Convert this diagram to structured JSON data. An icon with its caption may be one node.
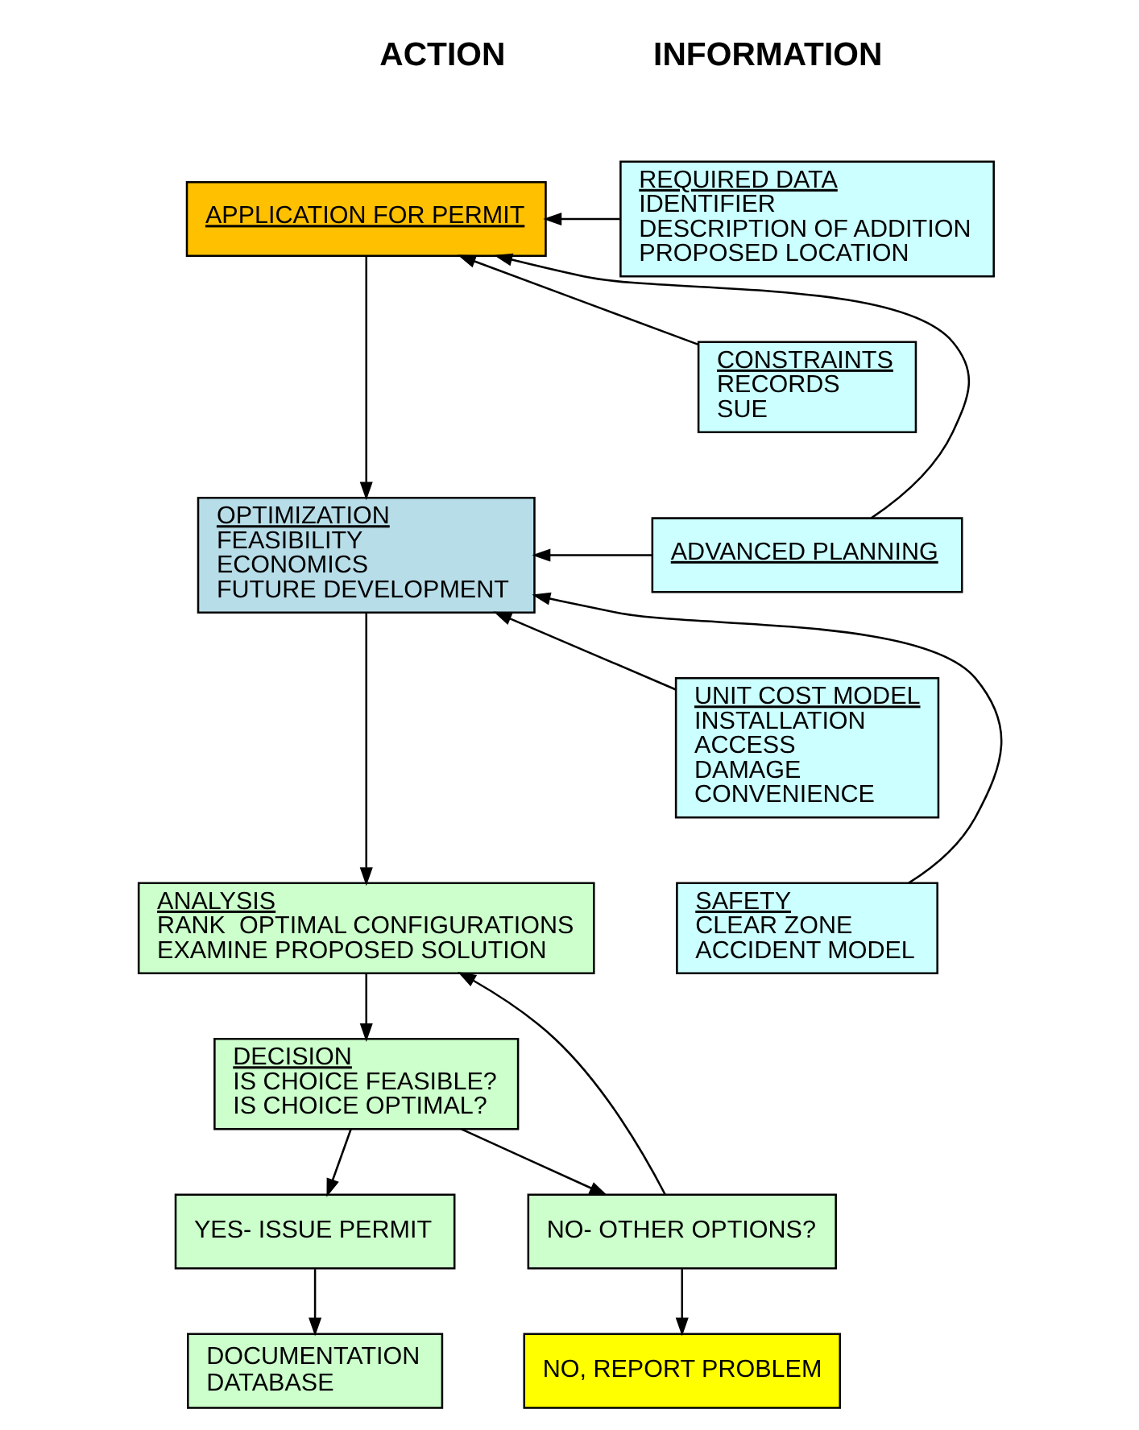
{
  "diagram": {
    "nodes": [
      {
        "text": [
          "APPLICATION FOR PERMIT"
        ]
      },
      {
        "text": [
          "OPTIMIZATION",
          "FEASIBILITY",
          "ECONOMICS",
          "FUTURE DEVELOPMENT"
        ]
      },
      {
        "text": [
          "ANALYSIS",
          "RANK  OPTIMAL CONFIGURATIONS",
          "EXAMINE PROPOSED SOLUTION"
        ]
      },
      {
        "text": [
          "DECISION",
          "IS CHOICE FEASIBLE?",
          "IS CHOICE OPTIMAL?"
        ]
      },
      {
        "text": [
          "YES- ISSUE PERMIT"
        ]
      },
      {
        "text": [
          "NO- OTHER OPTIONS?"
        ]
      },
      {
        "text": [
          "DOCUMENTATION",
          "DATABASE"
        ]
      },
      {
        "text": [
          "NO, REPORT PROBLEM"
        ]
      },
      {
        "text": [
          "REQUIRED DATA",
          "IDENTIFIER",
          "DESCRIPTION OF ADDITION",
          "PROPOSED LOCATION"
        ]
      },
      {
        "text": [
          "CONSTRAINTS",
          "RECORDS",
          "SUE"
        ]
      },
      {
        "text": [
          "ADVANCED PLANNING"
        ]
      },
      {
        "text": [
          "UNIT COST MODEL",
          "INSTALLATION",
          "ACCESS",
          "DAMAGE",
          "CONVENIENCE"
        ]
      },
      {
        "text": [
          "SAFETY",
          "CLEAR ZONE",
          "ACCIDENT MODEL"
        ]
      }
    ],
    "edges": [
      {
        "from": 0,
        "to": 1,
        "arrow": "to"
      },
      {
        "from": 1,
        "to": 2,
        "arrow": "to"
      },
      {
        "from": 2,
        "to": 3,
        "arrow": "to"
      },
      {
        "from": 3,
        "to": 4,
        "arrow": "to"
      },
      {
        "from": 3,
        "to": 5,
        "arrow": "to"
      },
      {
        "from": 4,
        "to": 6,
        "arrow": "to"
      },
      {
        "from": 5,
        "to": 7,
        "arrow": "to"
      },
      {
        "from": 5,
        "to": 2,
        "arrow": "to"
      },
      {
        "from": 8,
        "to": 0,
        "arrow": "to"
      },
      {
        "from": 9,
        "to": 0,
        "arrow": "to"
      },
      {
        "from": 10,
        "to": 0,
        "arrow": "to"
      },
      {
        "from": 10,
        "to": 1,
        "arrow": "to"
      },
      {
        "from": 11,
        "to": 1,
        "arrow": "to"
      },
      {
        "from": 12,
        "to": 1,
        "arrow": "to"
      }
    ],
    "labels": [
      "ACTION",
      "INFORMATION"
    ]
  }
}
